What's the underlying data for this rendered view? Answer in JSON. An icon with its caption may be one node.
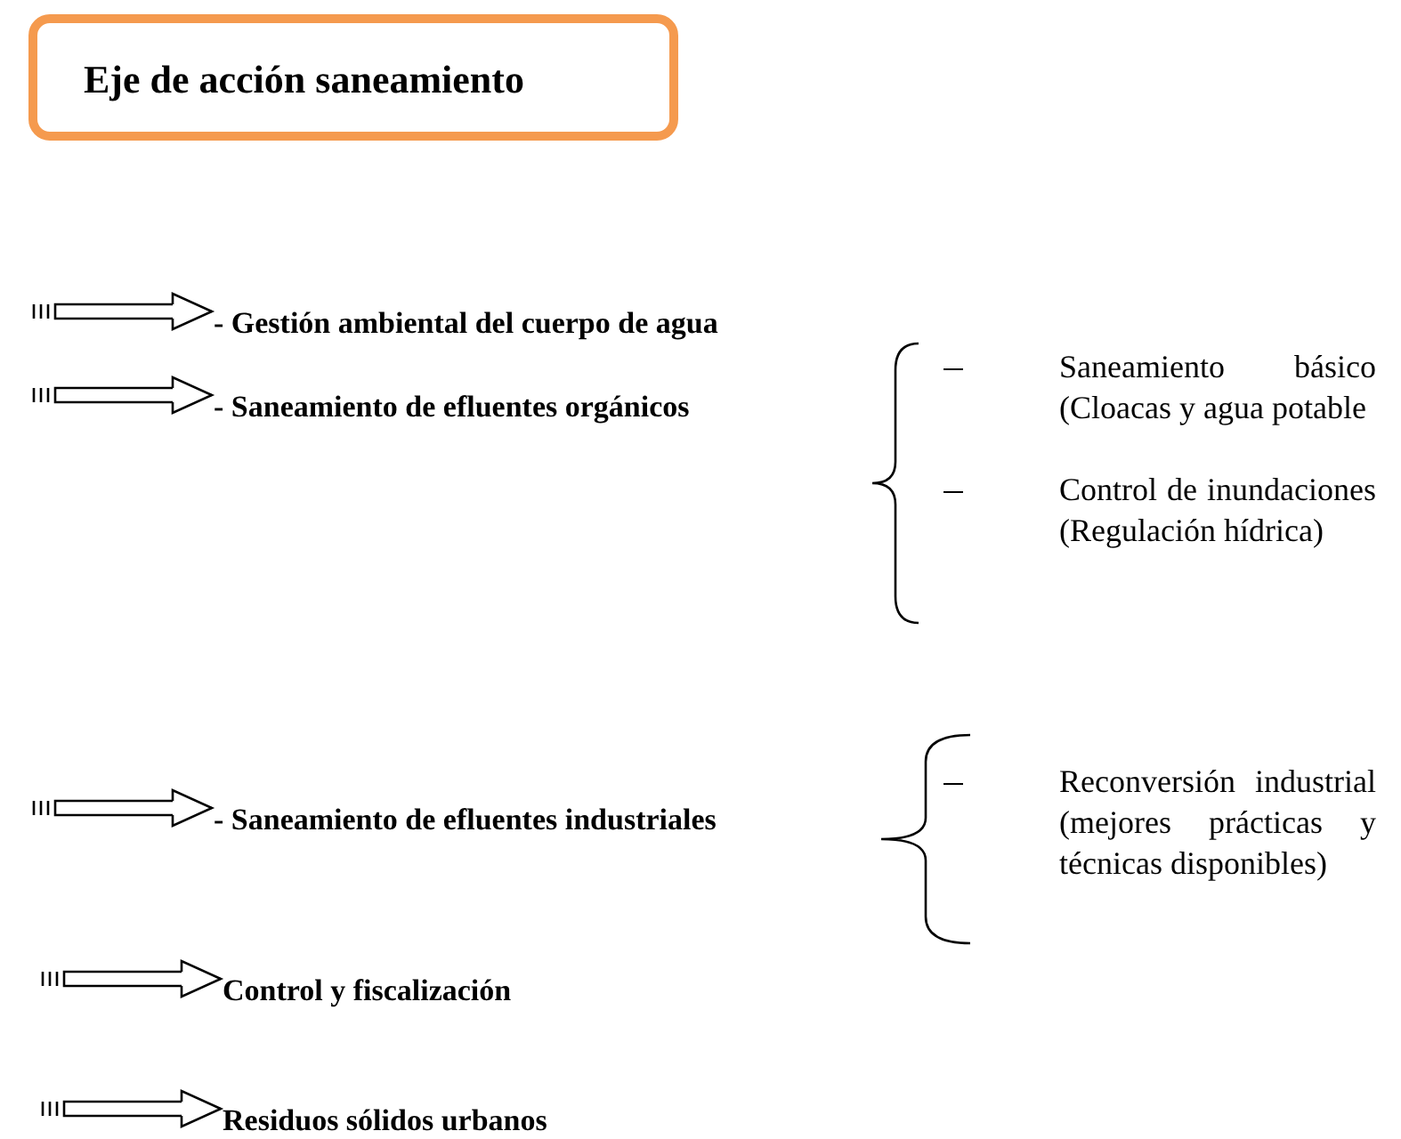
{
  "diagram": {
    "nodes": [
      {
        "text": [
          "Eje de acción saneamiento"
        ]
      },
      {
        "text": [
          "- Gestión ambiental del cuerpo de agua"
        ]
      },
      {
        "text": [
          "- Saneamiento de efluentes orgánicos"
        ]
      },
      {
        "text": [
          "- Saneamiento de efluentes industriales"
        ]
      },
      {
        "text": [
          "Control y fiscalización"
        ]
      },
      {
        "text": [
          "Residuos sólidos urbanos"
        ]
      }
    ],
    "edges": [
      {
        "from": null,
        "to": 1,
        "arrow": "to"
      },
      {
        "from": null,
        "to": 2,
        "arrow": "to"
      },
      {
        "from": null,
        "to": 3,
        "arrow": "to"
      },
      {
        "from": null,
        "to": 4,
        "arrow": "to"
      },
      {
        "from": null,
        "to": 5,
        "arrow": "to"
      }
    ],
    "labels": [
      "Saneamiento básico (Cloacas y agua potable",
      "Control de inundaciones (Regulación hídrica)",
      "Reconversión industrial (mejores prácticas y técnicas disponibles)"
    ]
  }
}
